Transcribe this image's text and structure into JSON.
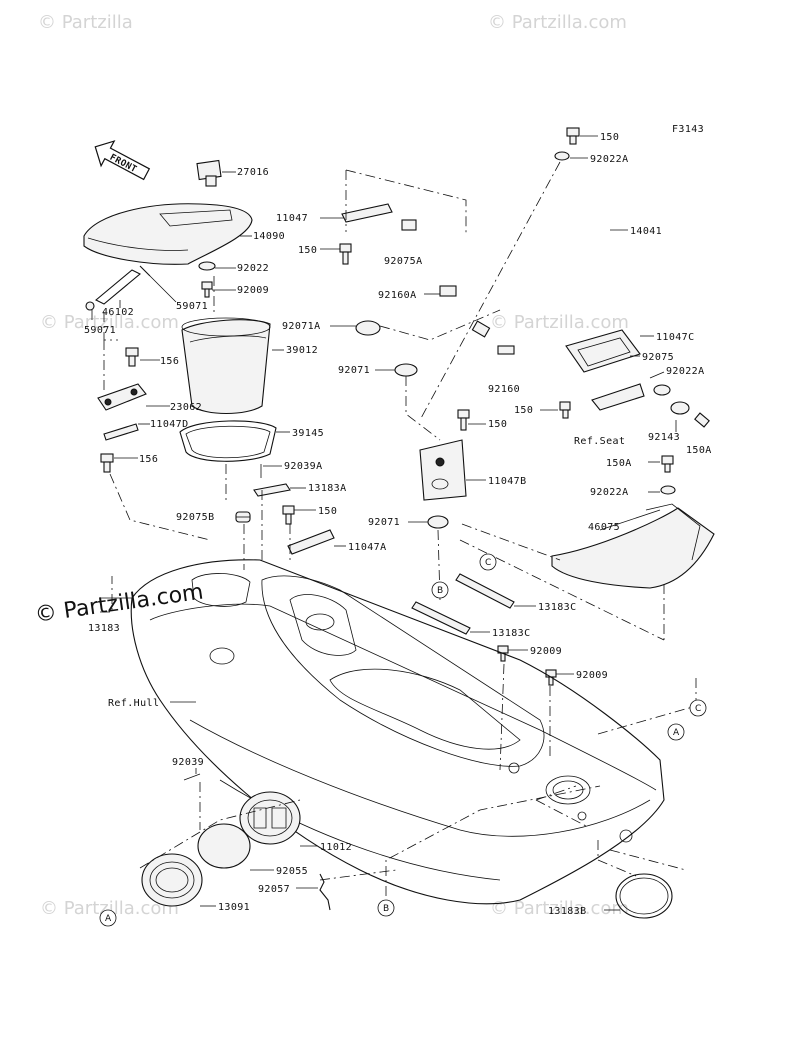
{
  "diagram_code": "F3143",
  "watermark": {
    "short": "© Partzilla.com",
    "top_left": "© Partzilla",
    "top_right": "© Partzilla.com"
  },
  "front_arrow": "FRONT",
  "parts": {
    "p27016": "27016",
    "p14090": "14090",
    "p92022": "92022",
    "p92009a": "92009",
    "p59071a": "59071",
    "p46102": "46102",
    "p59071b": "59071",
    "p39012": "39012",
    "p156a": "156",
    "p23062": "23062",
    "p11047D": "11047D",
    "p156b": "156",
    "p39145": "39145",
    "p92039A": "92039A",
    "p13183A": "13183A",
    "p92075B": "92075B",
    "p150c": "150",
    "p11047A": "11047A",
    "p13183": "13183",
    "p11047": "11047",
    "p150a": "150",
    "p92075A": "92075A",
    "p92160A": "92160A",
    "p92071A": "92071A",
    "p92071a": "92071",
    "p92160": "92160",
    "p150b": "150",
    "p11047B": "11047B",
    "p92071b": "92071",
    "p150top": "150",
    "p92022A": "92022A",
    "p14041": "14041",
    "p11047C": "11047C",
    "p92075": "92075",
    "p92022Ar": "92022A",
    "p150r": "150",
    "p92143": "92143",
    "p150A": "150A",
    "p150A2": "150A",
    "p92022A2": "92022A",
    "p46075": "46075",
    "p13183C1": "13183C",
    "p13183C2": "13183C",
    "p92009b": "92009",
    "p92009c": "92009",
    "p92039": "92039",
    "p11012": "11012",
    "p92055": "92055",
    "p92057": "92057",
    "p13091": "13091",
    "p13183B": "13183B",
    "ref_hull": "Ref.Hull",
    "ref_seat": "Ref.Seat"
  },
  "callouts": {
    "A": "A",
    "B": "B",
    "C": "C"
  }
}
